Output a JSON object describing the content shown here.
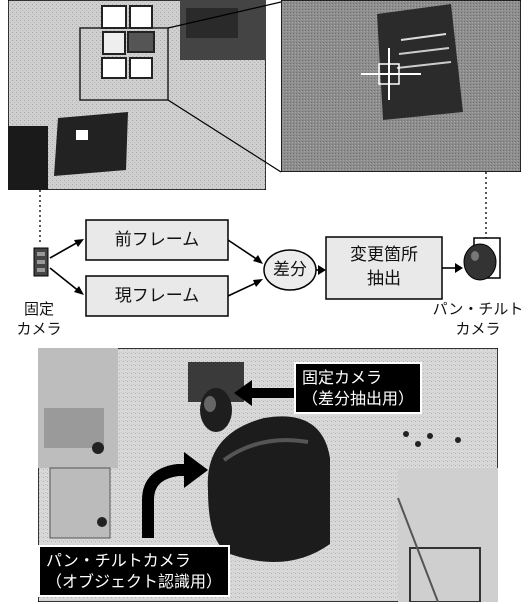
{
  "diagram": {
    "nodes": {
      "prev_frame": "前フレーム",
      "cur_frame": "現フレーム",
      "diff": "差分",
      "change_line1": "変更箇所",
      "change_line2": "抽出"
    },
    "labels": {
      "fixed_cam_line1": "固定",
      "fixed_cam_line2": "カメラ",
      "pt_cam_line1": "パン・チルト",
      "pt_cam_line2": "カメラ"
    }
  },
  "photo_callouts": {
    "fixed": {
      "line1": "固定カメラ",
      "line2": "（差分抽出用）"
    },
    "pantilt": {
      "line1": "パン・チルトカメラ",
      "line2": "（オブジェクト認識用）"
    }
  }
}
